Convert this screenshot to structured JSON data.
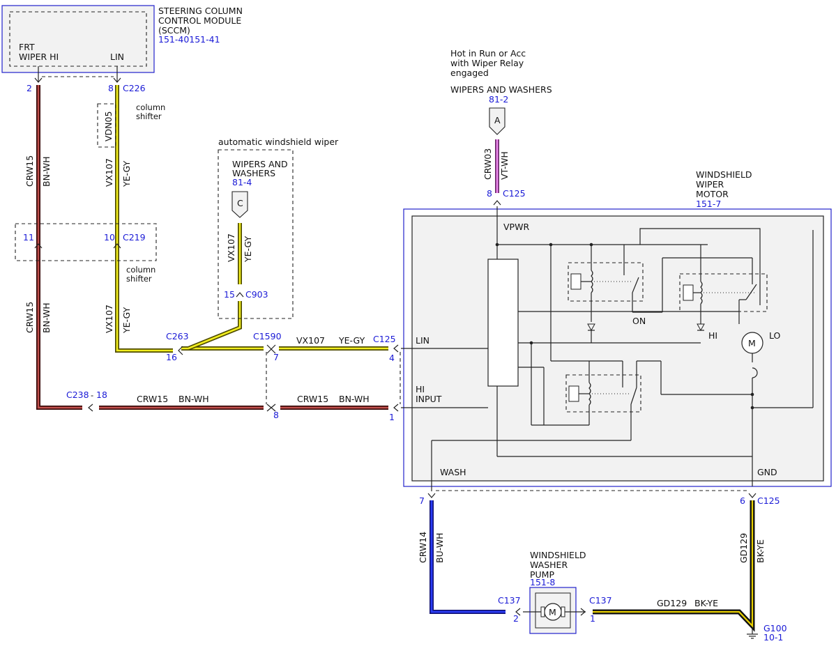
{
  "sccm": {
    "title_line1": "STEERING COLUMN",
    "title_line2": "CONTROL MODULE",
    "title_line3": "(SCCM)",
    "ref": "151-40151-41",
    "pin_frt_label1": "FRT",
    "pin_frt_label2": "WIPER HI",
    "pin_lin_label": "LIN"
  },
  "left_wire": {
    "pin_top": "2",
    "circuit": "CRW15",
    "color": "BN-WH",
    "pin_mid": "11",
    "circuit2": "CRW15",
    "color2": "BN-WH"
  },
  "lin_wire": {
    "pin_top": "8",
    "connector_top": "C226",
    "vdn": "VDN05",
    "column_shifter1_a": "column",
    "column_shifter1_b": "shifter",
    "circuit": "VX107",
    "color": "YE-GY",
    "pin_mid": "10",
    "connector_mid": "C219",
    "column_shifter2_a": "column",
    "column_shifter2_b": "shifter",
    "circuit2": "VX107",
    "color2": "YE-GY"
  },
  "auto_wiper": {
    "title": "automatic windshield wiper",
    "label1": "WIPERS AND",
    "label2": "WASHERS",
    "ref": "81-4",
    "flag": "C",
    "circuit": "VX107",
    "color": "YE-GY",
    "pin": "15",
    "connector": "C903"
  },
  "splice": {
    "c263": "C263",
    "pin16": "16",
    "c1590": "C1590",
    "pin7": "7",
    "circuit": "VX107",
    "color": "YE-GY",
    "c125": "C125",
    "pin4": "4",
    "c238": "C238",
    "c238_pin": "18",
    "circuit_bn": "CRW15",
    "color_bn": "BN-WH",
    "circuit_bn2": "CRW15",
    "color_bn2": "BN-WH",
    "pin8": "8",
    "pin1": "1"
  },
  "power": {
    "hot1": "Hot in Run or Acc",
    "hot2": "with Wiper Relay",
    "hot3": "engaged",
    "label": "WIPERS AND WASHERS",
    "ref": "81-2",
    "flag": "A",
    "circuit": "CRW03",
    "color": "VT-WH",
    "pin": "8",
    "connector": "C125"
  },
  "motor": {
    "title1": "WINDSHIELD",
    "title2": "WIPER",
    "title3": "MOTOR",
    "ref": "151-7",
    "vpwr": "VPWR",
    "lin": "LIN",
    "hi_input1": "HI",
    "hi_input2": "INPUT",
    "on": "ON",
    "hi": "HI",
    "lo": "LO",
    "m": "M",
    "wash": "WASH",
    "gnd": "GND"
  },
  "bottom": {
    "pin7": "7",
    "wash_circuit": "CRW14",
    "wash_color": "BU-WH",
    "pin6": "6",
    "c125": "C125",
    "gnd_circuit": "GD129",
    "gnd_color": "BK-YE",
    "pump1": "WINDSHIELD",
    "pump2": "WASHER",
    "pump3": "PUMP",
    "pump_ref": "151-8",
    "c137a": "C137",
    "pin2": "2",
    "c137b": "C137",
    "pin1": "1",
    "m": "M",
    "gnd_circuit2": "GD129",
    "gnd_color2": "BK-YE",
    "g100": "G100",
    "g100_ref": "10-1"
  }
}
